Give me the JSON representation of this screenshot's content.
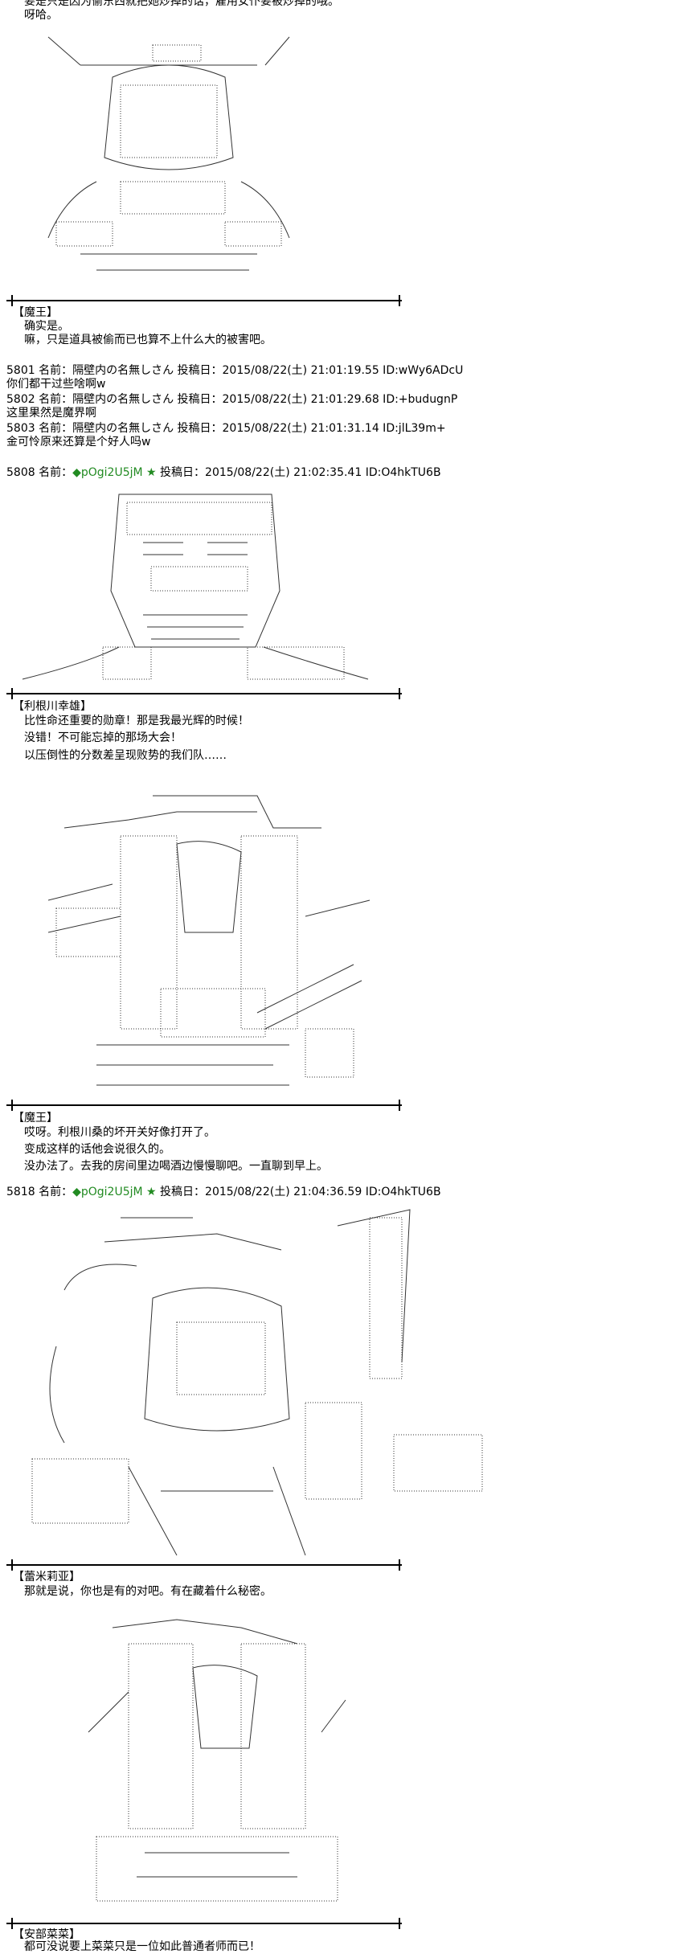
{
  "top_lines": [
    "要是只是因为偷东西就把她炒掉的话，雇用女仆要被炒掉的哦。",
    "呀哈。"
  ],
  "sections": [
    {
      "speaker": "【魔王】",
      "lines": [
        "确实是。",
        "嘛，只是道具被偷而已也算不上什么大的被害吧。"
      ]
    }
  ],
  "posts_a": [
    {
      "meta": "5801 名前：隔壁内の名無しさん 投稿日：2015/08/22(土) 21:01:19.55 ID:wWy6ADcU",
      "body": "你们都干过些啥啊w"
    },
    {
      "meta": "5802 名前：隔壁内の名無しさん 投稿日：2015/08/22(土) 21:01:29.68 ID:+budugnP",
      "body": "这里果然是魔界啊"
    },
    {
      "meta": "5803 名前：隔壁内の名無しさん 投稿日：2015/08/22(土) 21:01:31.14 ID:jlL39m+",
      "body": "金可怜原来还算是个好人吗w"
    }
  ],
  "post_5808": {
    "num_name": "5808 名前：",
    "trip": "◆pOgi2U5jM",
    "star": "★",
    "rest": " 投稿日：2015/08/22(土) 21:02:35.41 ID:O4hkTU6B"
  },
  "section_tone": {
    "speaker": "【利根川幸雄】",
    "lines": [
      "比性命还重要的勋章！那是我最光辉的时候！",
      "没错！不可能忘掉的那场大会！",
      "以压倒性的分数差呈现败势的我们队……"
    ]
  },
  "section_maou2": {
    "speaker": "【魔王】",
    "lines": [
      "哎呀。利根川桑的坏开关好像打开了。",
      "变成这样的话他会说很久的。",
      "没办法了。去我的房间里边喝酒边慢慢聊吧。一直聊到早上。"
    ]
  },
  "post_5818": {
    "num_name": "5818 名前：",
    "trip": "◆pOgi2U5jM",
    "star": "★",
    "rest": " 投稿日：2015/08/22(土) 21:04:36.59 ID:O4hkTU6B"
  },
  "section_remi": {
    "speaker": "【蕾米莉亚】",
    "lines": [
      "那就是说，你也是有的对吧。有在藏着什么秘密。"
    ]
  },
  "section_abe": {
    "speaker": "【安部菜菜】",
    "lines": [
      "都可没说要上菜菜只是一位如此普通者师而已！"
    ]
  }
}
